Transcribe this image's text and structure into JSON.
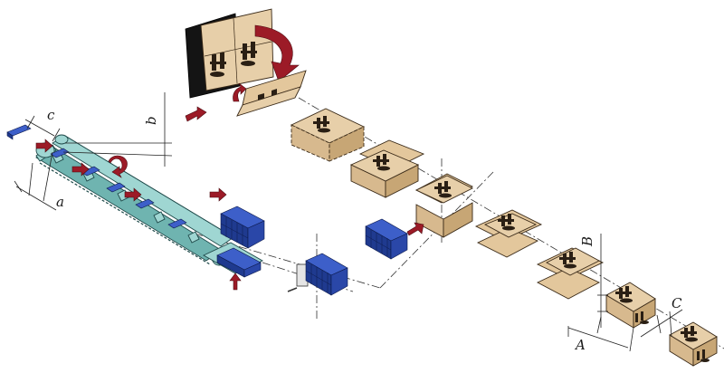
{
  "labels": {
    "a": "a",
    "b": "b",
    "c": "c",
    "A": "A",
    "B": "B",
    "C": "C"
  },
  "colors": {
    "product": "#2a47a8",
    "carton": "#d7b98e",
    "conveyor": "#9fd6d2",
    "arrow": "#9c1b27"
  }
}
